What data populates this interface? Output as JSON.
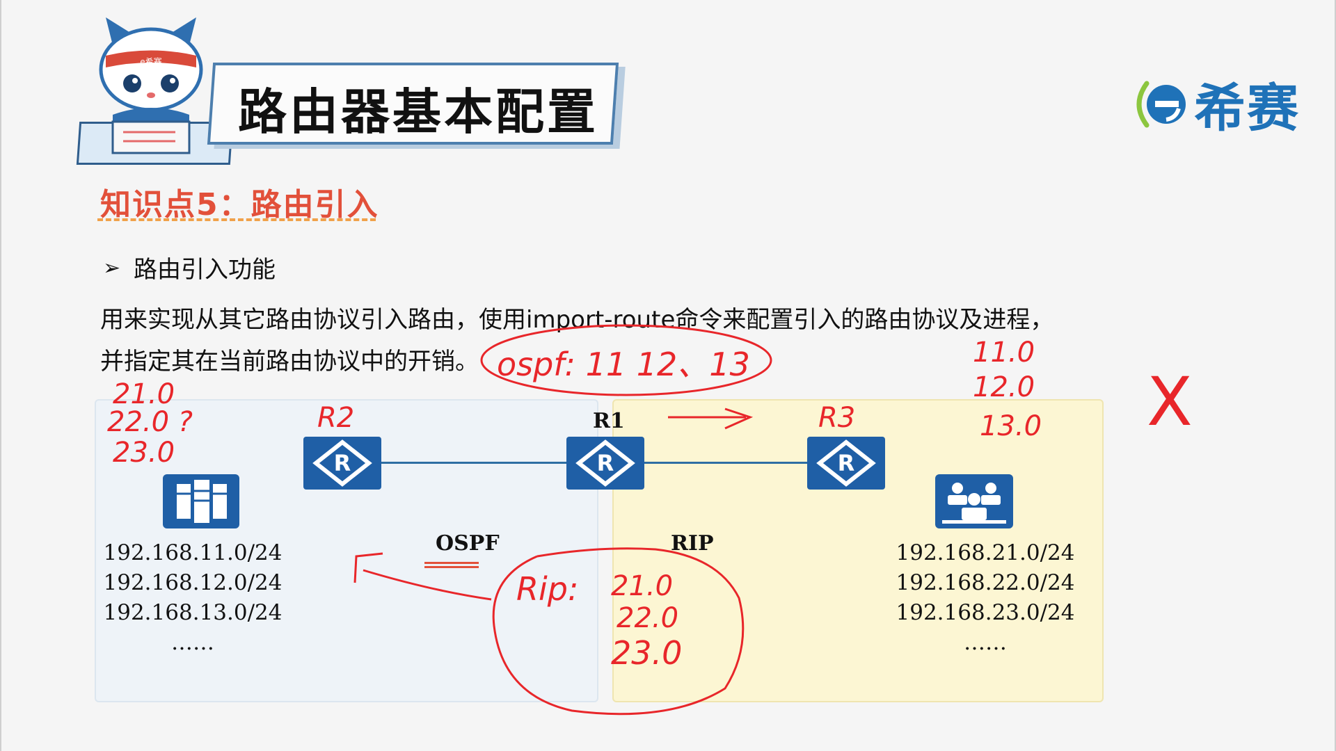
{
  "header": {
    "title": "路由器基本配置",
    "mascot_badge": "e希赛",
    "logo_text": "希赛"
  },
  "section": {
    "title": "知识点5：路由引入",
    "bullet": "路由引入功能",
    "body_line1": "用来实现从其它路由协议引入路由，使用import-route命令来配置引入的路由协议及进程，",
    "body_line2": "并指定其在当前路由协议中的开销。"
  },
  "diagram": {
    "router_label_r1": "R1",
    "router_glyph": "R",
    "ospf_label": "OSPF",
    "rip_label": "RIP",
    "left_networks": [
      "192.168.11.0/24",
      "192.168.12.0/24",
      "192.168.13.0/24",
      "……"
    ],
    "right_networks": [
      "192.168.21.0/24",
      "192.168.22.0/24",
      "192.168.23.0/24",
      "……"
    ]
  },
  "annotations": {
    "ospf_note": "ospf: 11 12、13",
    "left_top": [
      "21.0",
      "22.0 ?",
      "23.0"
    ],
    "r2": "R2",
    "r3": "R3",
    "right_top": [
      "11.0",
      "12.0",
      "13.0"
    ],
    "rip_note_label": "Rip:",
    "rip_note_values": [
      "21.0",
      "22.0",
      "23.0"
    ],
    "cross": "X"
  },
  "colors": {
    "accent_blue": "#1f5fa6",
    "section_red": "#e2503a",
    "ink_red": "#e8262a",
    "ospf_area": "#eef3f8",
    "rip_area": "#fcf6d3"
  },
  "icons": [
    "mascot-cat-icon",
    "xisai-logo-icon",
    "router-icon",
    "server-icon",
    "user-group-icon"
  ]
}
